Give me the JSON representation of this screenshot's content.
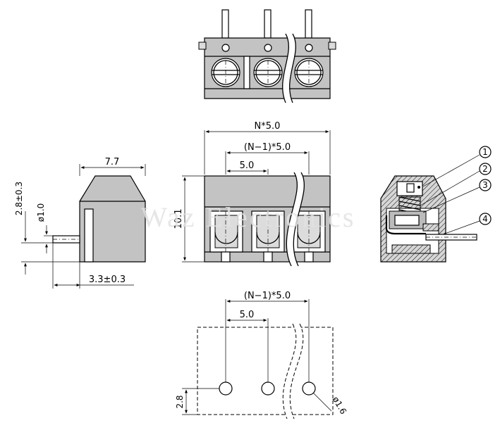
{
  "top_view": {},
  "front_view": {
    "dim_overall": "N*5.0",
    "dim_span": "(N−1)*5.0",
    "dim_pitch": "5.0",
    "dim_height": "10.1"
  },
  "side_view": {
    "dim_width": "7.7",
    "dim_pin_length": "2.8±0.3",
    "dim_pin_dia": "ø1.0",
    "dim_pin_offset": "3.3±0.3"
  },
  "section_view": {
    "callouts": [
      "1",
      "2",
      "3",
      "4"
    ]
  },
  "pcb_layout": {
    "dim_span": "(N−1)*5.0",
    "dim_pitch": "5.0",
    "dim_row": "2.8",
    "dim_hole": "ø1.6"
  },
  "watermark": "Waz Electronics"
}
